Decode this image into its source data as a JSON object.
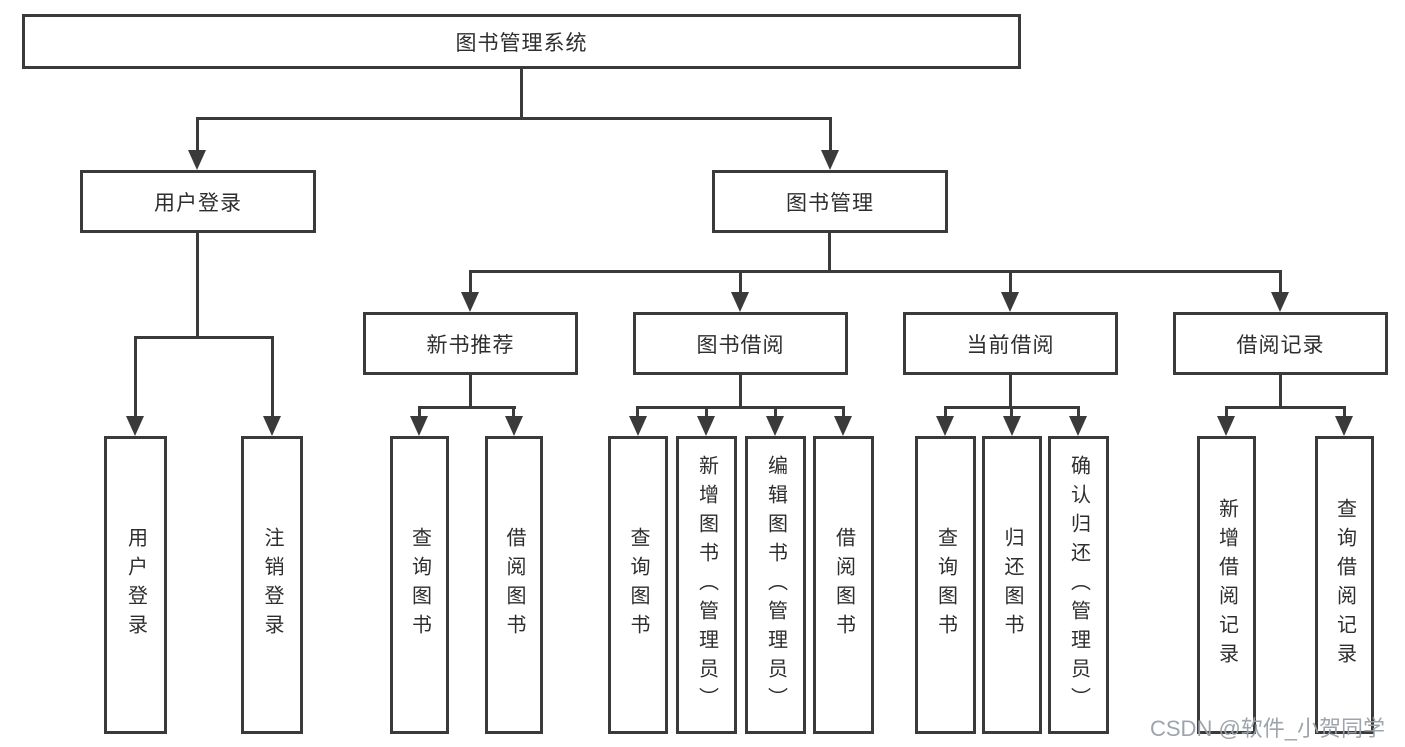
{
  "diagram": {
    "root": {
      "label": "图书管理系统"
    },
    "branches": [
      {
        "label": "用户登录",
        "children": [
          {
            "label": "用户登录"
          },
          {
            "label": "注销登录"
          }
        ]
      },
      {
        "label": "图书管理",
        "children": [
          {
            "label": "新书推荐",
            "children": [
              {
                "label": "查询图书"
              },
              {
                "label": "借阅图书"
              }
            ]
          },
          {
            "label": "图书借阅",
            "children": [
              {
                "label": "查询图书"
              },
              {
                "label": "新增图书（管理员）"
              },
              {
                "label": "编辑图书（管理员）"
              },
              {
                "label": "借阅图书"
              }
            ]
          },
          {
            "label": "当前借阅",
            "children": [
              {
                "label": "查询图书"
              },
              {
                "label": "归还图书"
              },
              {
                "label": "确认归还（管理员）"
              }
            ]
          },
          {
            "label": "借阅记录",
            "children": [
              {
                "label": "新增借阅记录"
              },
              {
                "label": "查询借阅记录"
              }
            ]
          }
        ]
      }
    ]
  },
  "watermark": {
    "text": "CSDN @软件_小贺同学",
    "color": "#989fa8"
  },
  "colors": {
    "line": "#3a3a3a",
    "text": "#2e2e2e",
    "background": "#ffffff"
  }
}
